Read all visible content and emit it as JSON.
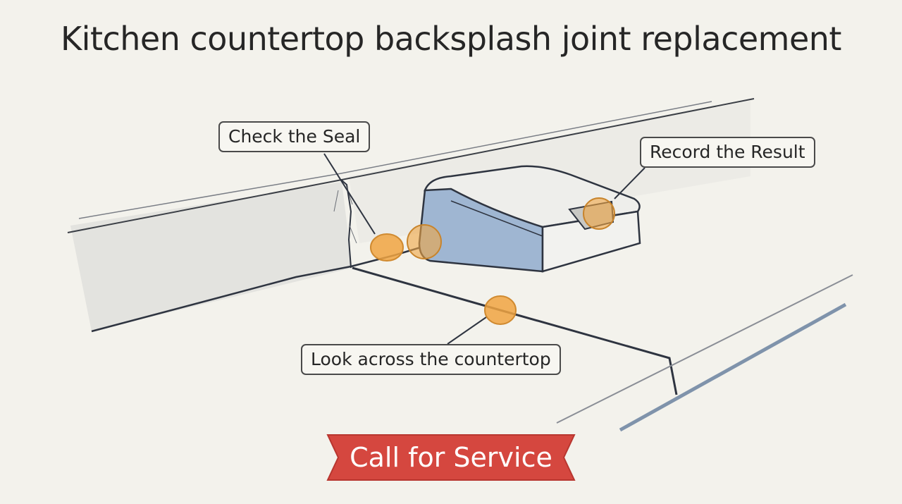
{
  "title": "Kitchen countertop backsplash joint replacement",
  "callouts": {
    "check_seal": "Check the Seal",
    "record_result": "Record the Result",
    "look_across": "Look across the countertop"
  },
  "banner": {
    "label": "Call for Service",
    "color": "#d5473f"
  },
  "colors": {
    "background": "#f3f2ec",
    "marker": "#f0a542",
    "device": "#9fb6d2",
    "ink": "#2e3440"
  },
  "icons": [
    "device-box-icon"
  ]
}
